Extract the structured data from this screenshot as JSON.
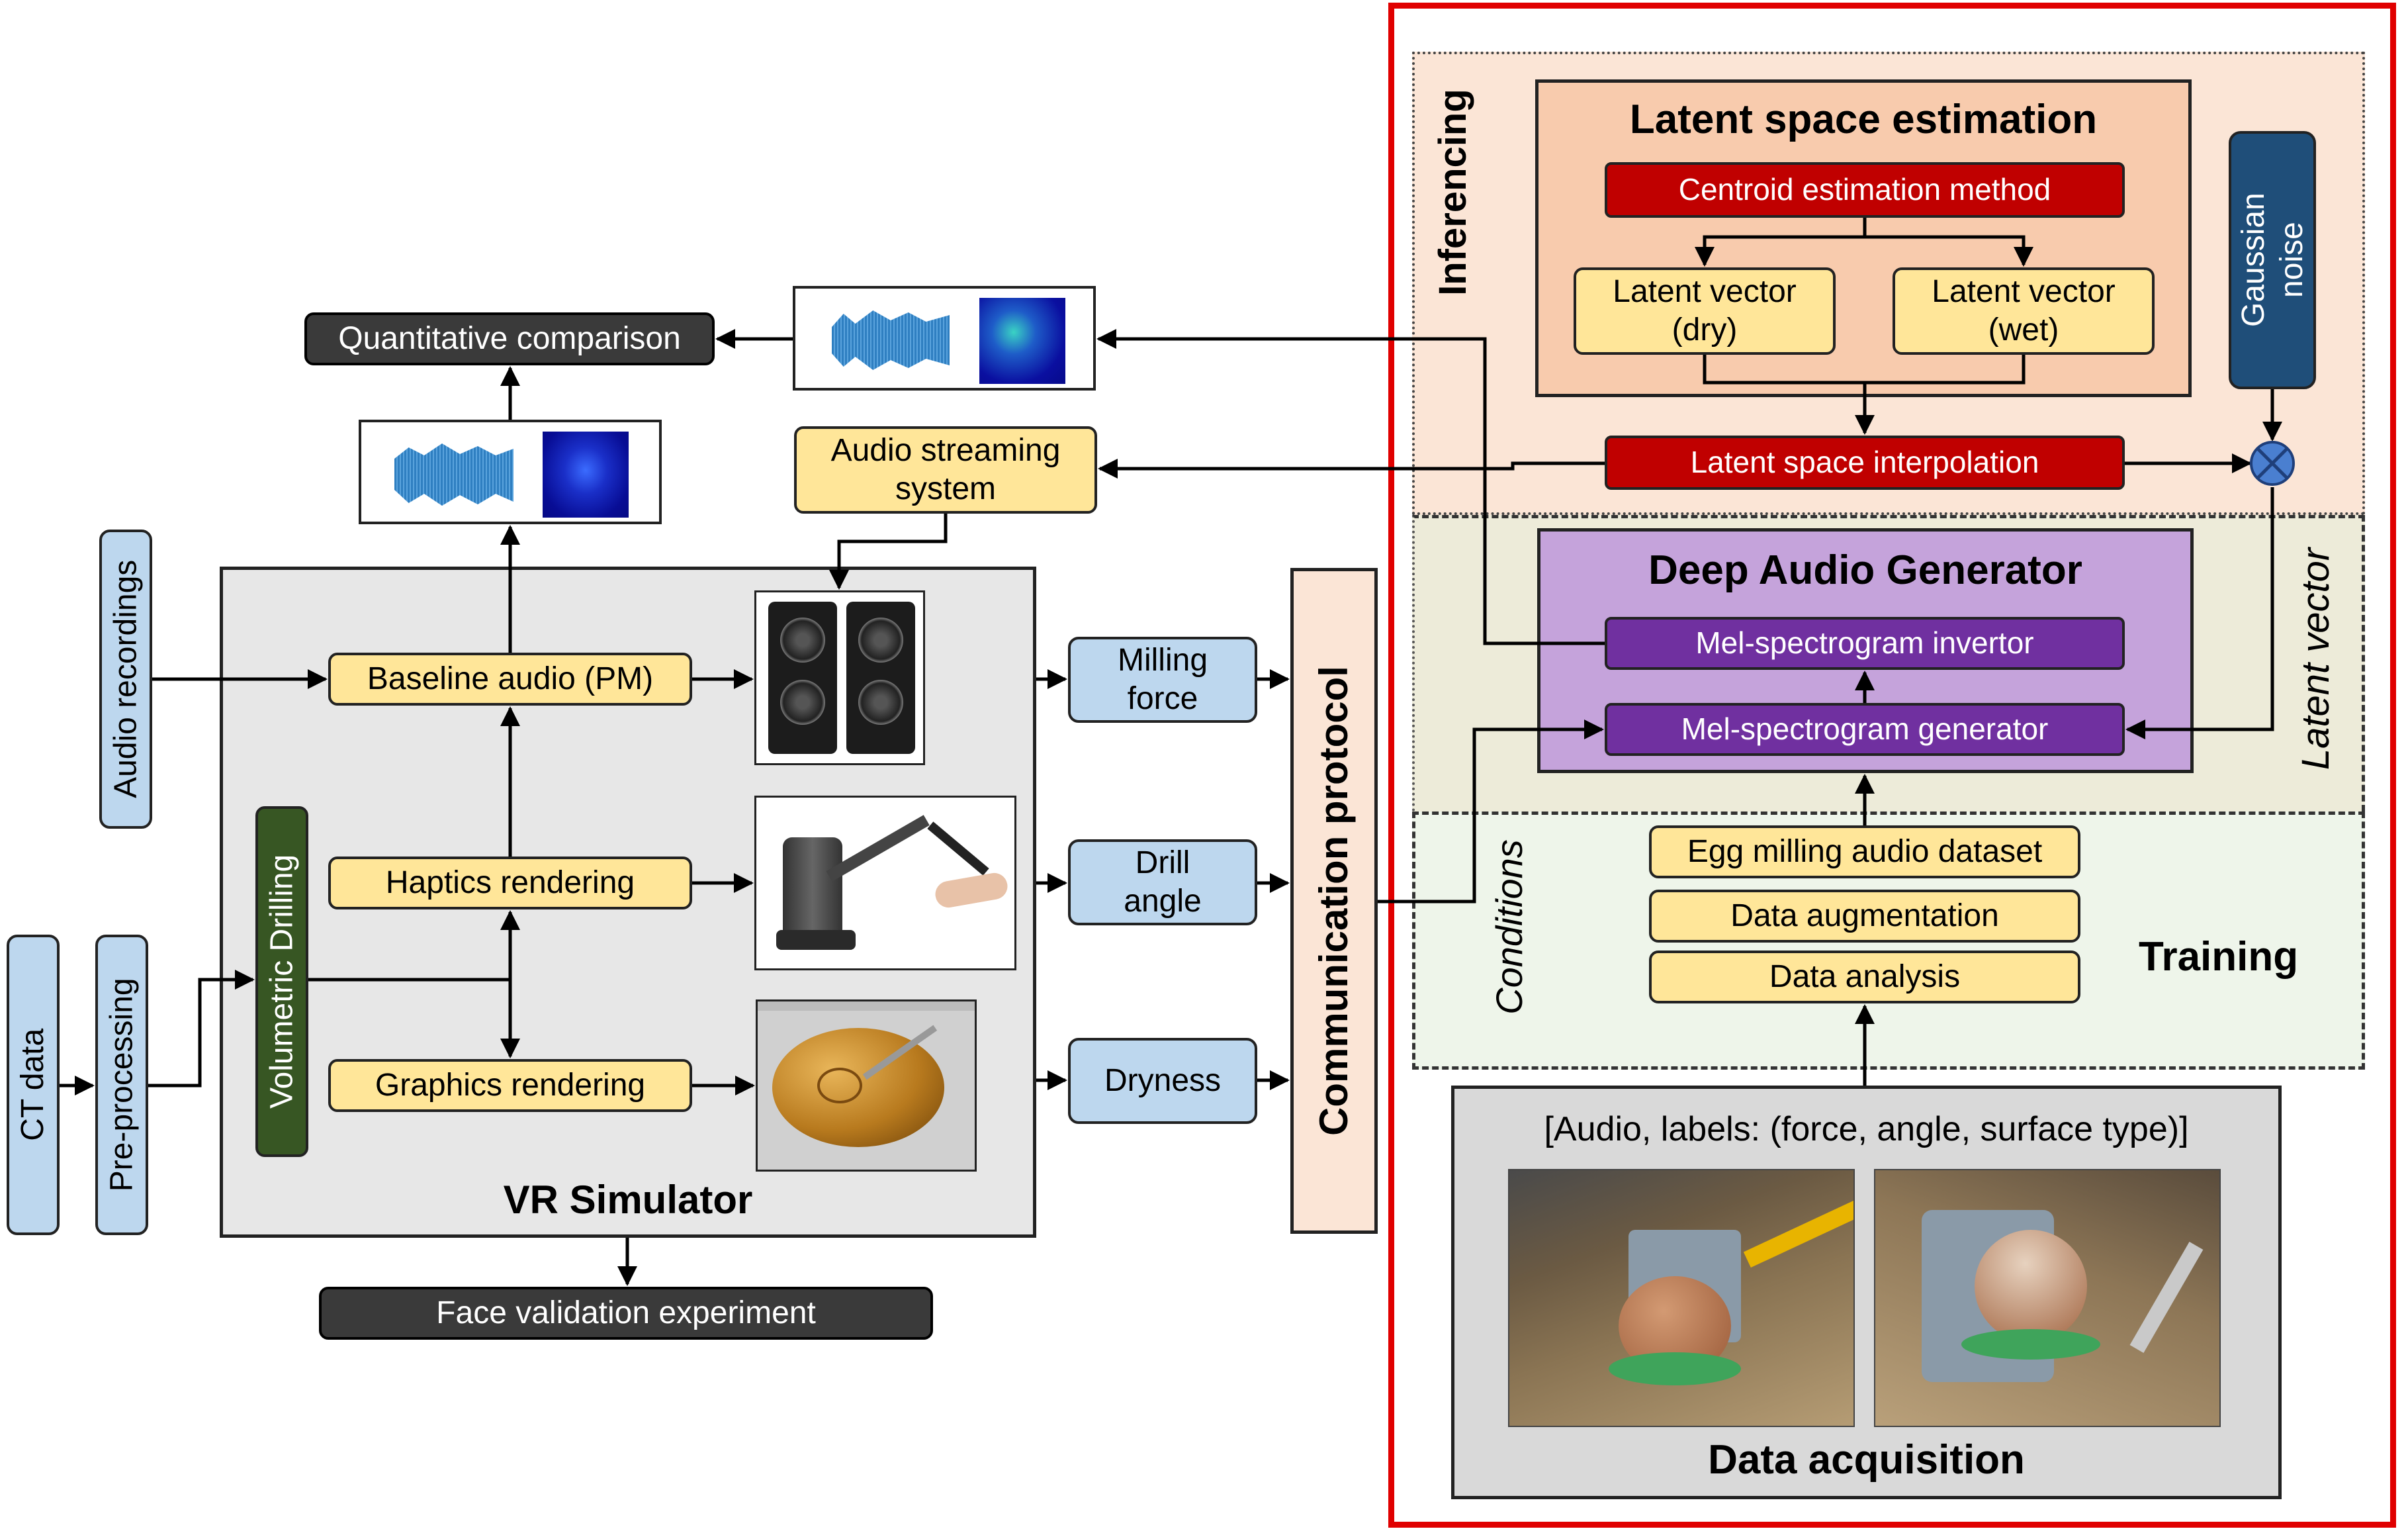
{
  "left": {
    "quantitative": "Quantitative comparison",
    "audio_streaming": "Audio streaming\nsystem",
    "audio_recordings": "Audio recordings",
    "ct_data": "CT data",
    "preprocessing": "Pre-processing",
    "volumetric": "Volumetric  Drilling",
    "baseline": "Baseline audio (PM)",
    "haptics": "Haptics rendering",
    "graphics": "Graphics rendering",
    "vr_simulator": "VR Simulator",
    "face_validation": "Face validation  experiment",
    "milling_force": "Milling\nforce",
    "drill_angle": "Drill\nangle",
    "dryness": "Dryness",
    "comm_protocol": "Communication protocol"
  },
  "right": {
    "inferencing": "Inferencing",
    "latent_title": "Latent space estimation",
    "centroid": "Centroid estimation method",
    "latent_dry": "Latent vector\n(dry)",
    "latent_wet": "Latent vector\n(wet)",
    "gaussian": "Gaussian\nnoise",
    "interp": "Latent space interpolation",
    "dag_title": "Deep Audio Generator",
    "invertor": "Mel-spectrogram invertor",
    "generator": "Mel-spectrogram generator",
    "latent_vector_side": "Latent vector",
    "conditions": "Conditions",
    "egg_dataset": "Egg milling  audio dataset",
    "augmentation": "Data augmentation",
    "analysis": "Data analysis",
    "training": "Training",
    "labels": "[Audio, labels: (force, angle, surface type)]",
    "acquisition": "Data acquisition"
  },
  "colors": {
    "highlight_border": "#E00000",
    "inferencing_bg": "#FBE5D6",
    "generator_bg": "#EDEBD9",
    "training_bg": "#EEF5EA",
    "latent_panel": "#F8CBAD",
    "dag_panel": "#C5A3DB",
    "gaussian_bg": "#1F4E79",
    "volumetric_bg": "#375623",
    "comm_bg": "#FBE5D6"
  }
}
